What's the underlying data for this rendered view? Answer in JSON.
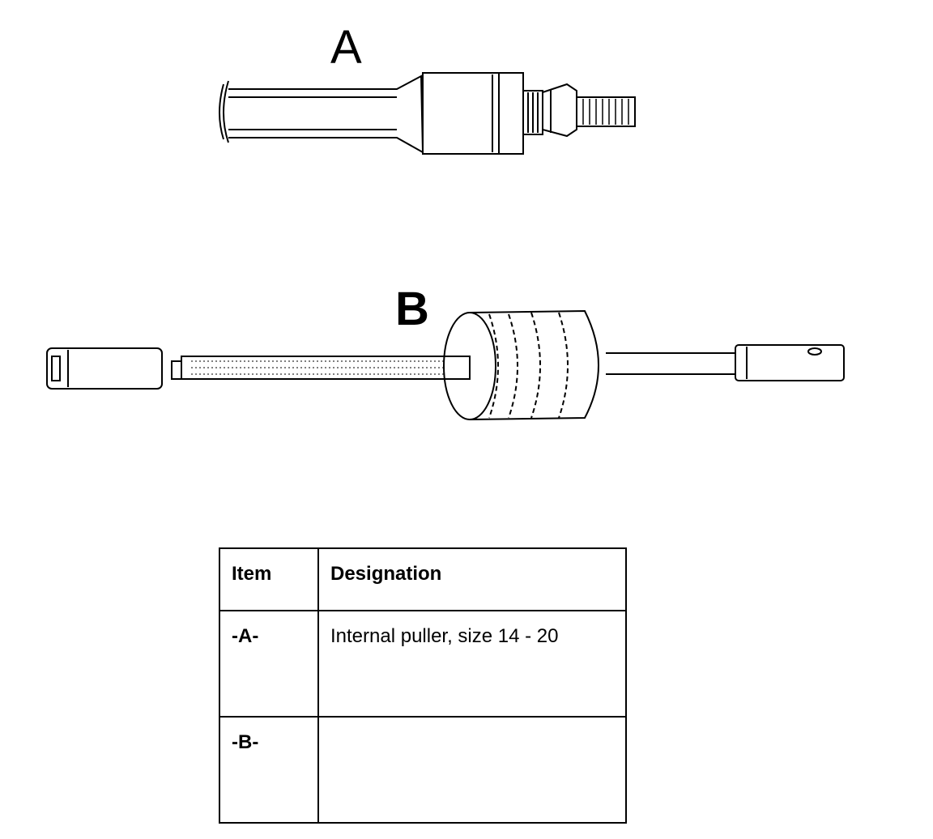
{
  "callouts": {
    "a": "A",
    "b": "B"
  },
  "table": {
    "headers": {
      "item": "Item",
      "designation": "Designation"
    },
    "rows": [
      {
        "item": "-A-",
        "designation": "Internal puller, size 14 - 20"
      },
      {
        "item": "-B-",
        "designation": ""
      }
    ]
  },
  "colors": {
    "line": "#000000",
    "background": "#ffffff"
  }
}
